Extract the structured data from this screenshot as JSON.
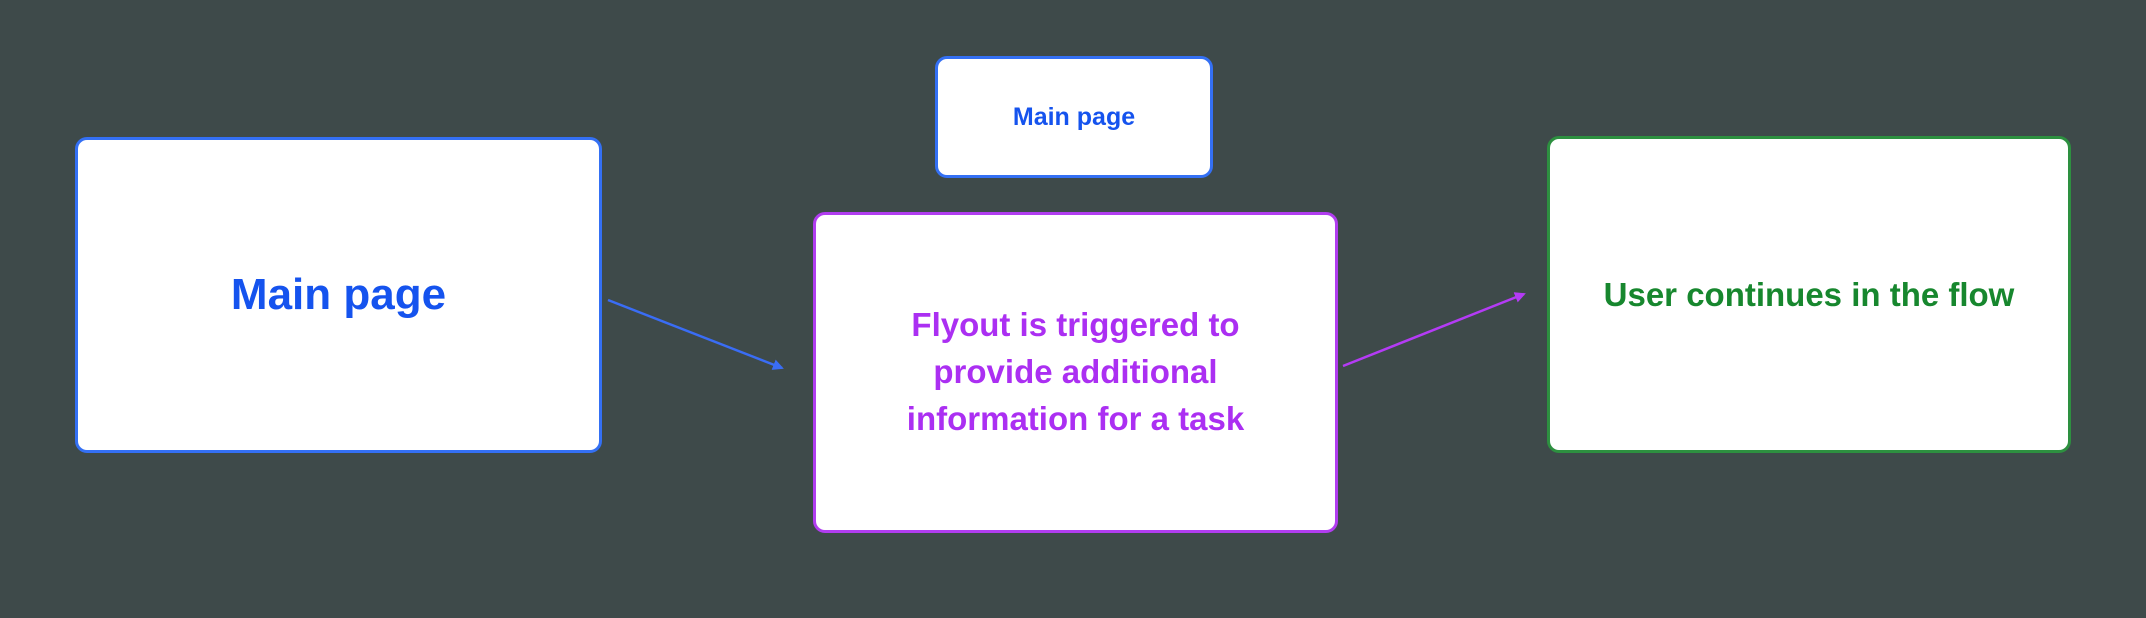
{
  "canvas": {
    "background": "#3e4a4a"
  },
  "colors": {
    "blue_text": "#1553ee",
    "blue_border": "#3470f4",
    "purple_text": "#ab2ff2",
    "purple_border": "#b13df0",
    "green_text": "#17872e",
    "green_border": "#2d9040",
    "arrow_blue": "#3a6df5",
    "arrow_purple": "#b43bf5",
    "node_background": "#ffffff"
  },
  "nodes": {
    "main_page_large": {
      "label": "Main page"
    },
    "main_page_small": {
      "label": "Main page"
    },
    "flyout": {
      "label": "Flyout is triggered to provide additional information for a task"
    },
    "continue_flow": {
      "label": "User continues in the flow"
    }
  }
}
